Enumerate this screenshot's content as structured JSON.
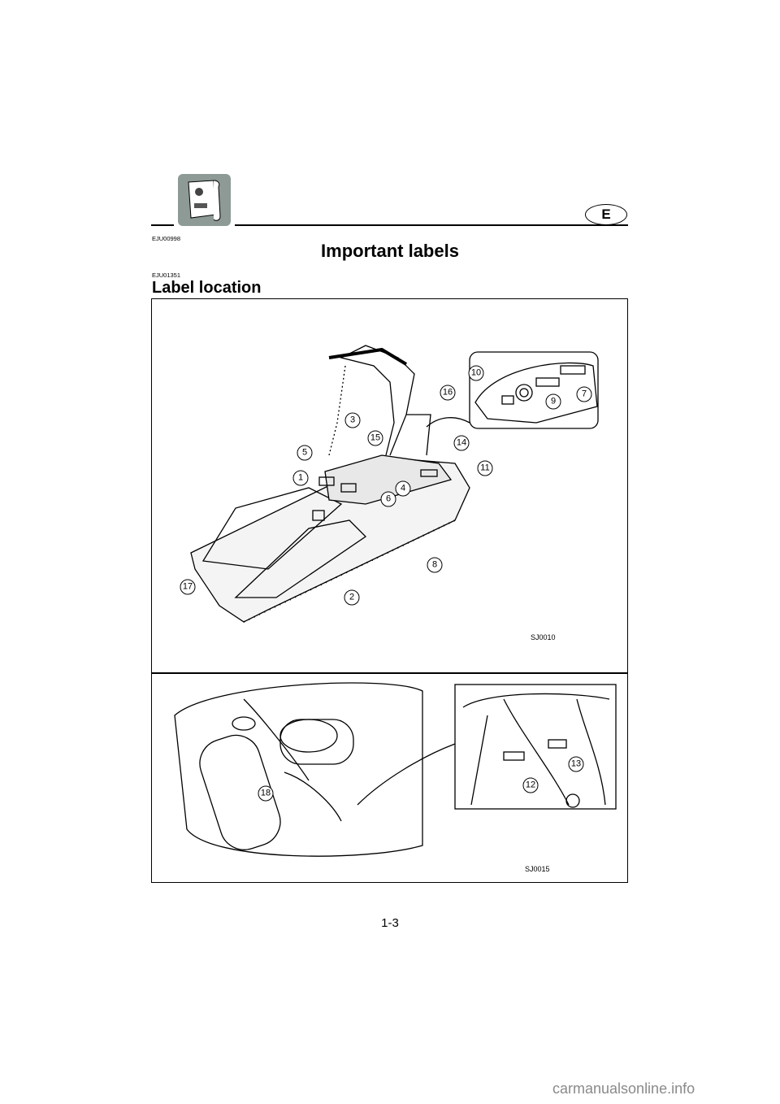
{
  "header": {
    "language_badge": "E",
    "icon": "manual-document-icon"
  },
  "codes": {
    "title_code": "EJU00998",
    "section_code": "EJU01351"
  },
  "title": "Important labels",
  "section_title": "Label location",
  "figure_top": {
    "code": "SJ0010",
    "callouts": [
      "1",
      "2",
      "3",
      "4",
      "5",
      "6",
      "7",
      "8",
      "9",
      "10",
      "11",
      "14",
      "15",
      "16",
      "17"
    ]
  },
  "figure_bottom": {
    "code": "SJ0015",
    "callouts": [
      "12",
      "13",
      "18"
    ]
  },
  "footer": {
    "page_number": "1-3",
    "watermark": "carmanualsonline.info"
  }
}
